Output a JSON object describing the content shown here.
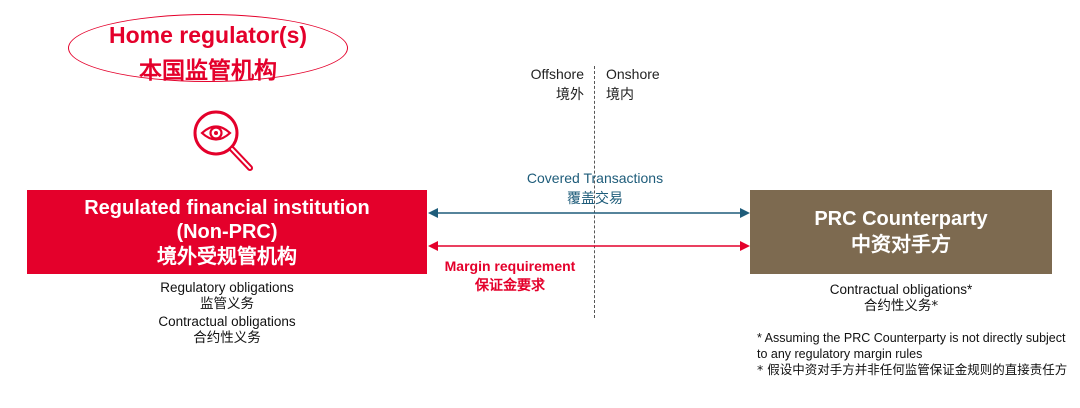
{
  "home_regulator": {
    "title_en": "Home regulator(s)",
    "title_cn": "本国监管机构"
  },
  "icon": {
    "name": "magnifier-eye-icon",
    "color": "#e4002b"
  },
  "shore": {
    "offshore_en": "Offshore",
    "offshore_cn": "境外",
    "onshore_en": "Onshore",
    "onshore_cn": "境内"
  },
  "left_entity": {
    "name_en_1": "Regulated financial institution",
    "name_en_2": "(Non-PRC)",
    "name_cn": "境外受规管机构",
    "color": "#e4002b",
    "obligations": [
      "Regulatory obligations",
      "监管义务",
      "Contractual obligations",
      "合约性义务"
    ]
  },
  "right_entity": {
    "name_en": "PRC Counterparty",
    "name_cn": "中资对手方",
    "color": "#7d6a50",
    "obligations": [
      "Contractual obligations*",
      "合约性义务*"
    ]
  },
  "arrows": {
    "covered_en": "Covered Transactions",
    "covered_cn": "覆盖交易",
    "covered_color": "#1e5c7a",
    "margin_en": "Margin requirement",
    "margin_cn": "保证金要求",
    "margin_color": "#e4002b"
  },
  "footnote": {
    "line1": "* Assuming the PRC Counterparty is not directly subject to any regulatory margin rules",
    "line2": "* 假设中资对手方并非任何监管保证金规则的直接责任方"
  }
}
